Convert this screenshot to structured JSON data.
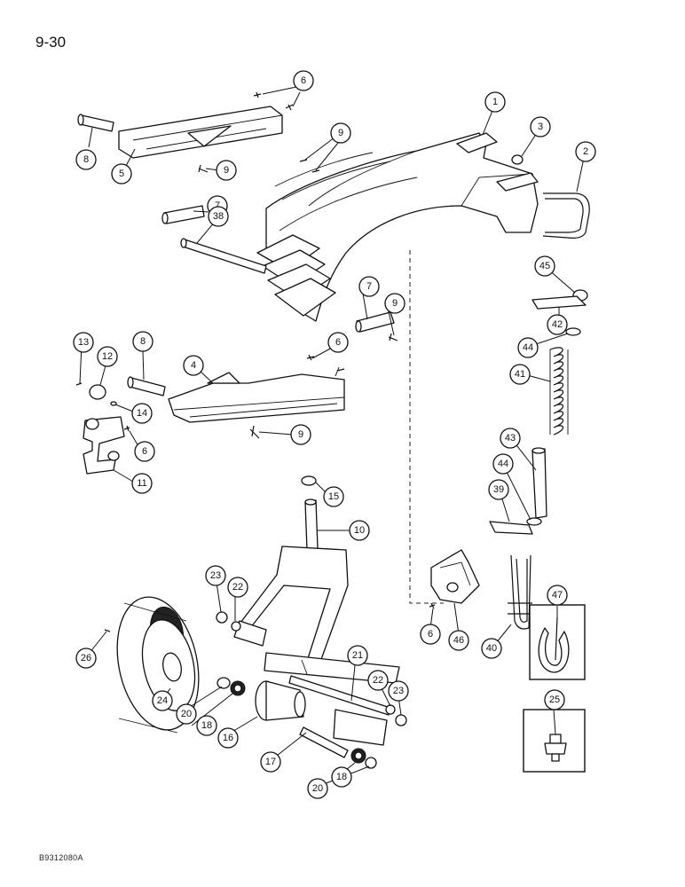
{
  "page": {
    "page_number": "9-30",
    "document_code": "B9312080A"
  },
  "callouts": [
    {
      "id": "c1",
      "label": "1"
    },
    {
      "id": "c2",
      "label": "2"
    },
    {
      "id": "c3",
      "label": "3"
    },
    {
      "id": "c4",
      "label": "4"
    },
    {
      "id": "c5",
      "label": "5"
    },
    {
      "id": "c6a",
      "label": "6"
    },
    {
      "id": "c6b",
      "label": "6"
    },
    {
      "id": "c6c",
      "label": "6"
    },
    {
      "id": "c6d",
      "label": "6"
    },
    {
      "id": "c7a",
      "label": "7"
    },
    {
      "id": "c7b",
      "label": "7"
    },
    {
      "id": "c8a",
      "label": "8"
    },
    {
      "id": "c8b",
      "label": "8"
    },
    {
      "id": "c9a",
      "label": "9"
    },
    {
      "id": "c9b",
      "label": "9"
    },
    {
      "id": "c9c",
      "label": "9"
    },
    {
      "id": "c9d",
      "label": "9"
    },
    {
      "id": "c10",
      "label": "10"
    },
    {
      "id": "c11",
      "label": "11"
    },
    {
      "id": "c12",
      "label": "12"
    },
    {
      "id": "c13",
      "label": "13"
    },
    {
      "id": "c14",
      "label": "14"
    },
    {
      "id": "c15",
      "label": "15"
    },
    {
      "id": "c16",
      "label": "16"
    },
    {
      "id": "c17",
      "label": "17"
    },
    {
      "id": "c18a",
      "label": "18"
    },
    {
      "id": "c18b",
      "label": "18"
    },
    {
      "id": "c20a",
      "label": "20"
    },
    {
      "id": "c20b",
      "label": "20"
    },
    {
      "id": "c21",
      "label": "21"
    },
    {
      "id": "c22a",
      "label": "22"
    },
    {
      "id": "c22b",
      "label": "22"
    },
    {
      "id": "c23a",
      "label": "23"
    },
    {
      "id": "c23b",
      "label": "23"
    },
    {
      "id": "c24",
      "label": "24"
    },
    {
      "id": "c25",
      "label": "25"
    },
    {
      "id": "c26",
      "label": "26"
    },
    {
      "id": "c38",
      "label": "38"
    },
    {
      "id": "c39",
      "label": "39"
    },
    {
      "id": "c40",
      "label": "40"
    },
    {
      "id": "c41",
      "label": "41"
    },
    {
      "id": "c42",
      "label": "42"
    },
    {
      "id": "c43",
      "label": "43"
    },
    {
      "id": "c44a",
      "label": "44"
    },
    {
      "id": "c44b",
      "label": "44"
    },
    {
      "id": "c45",
      "label": "45"
    },
    {
      "id": "c46",
      "label": "46"
    },
    {
      "id": "c47",
      "label": "47"
    }
  ]
}
